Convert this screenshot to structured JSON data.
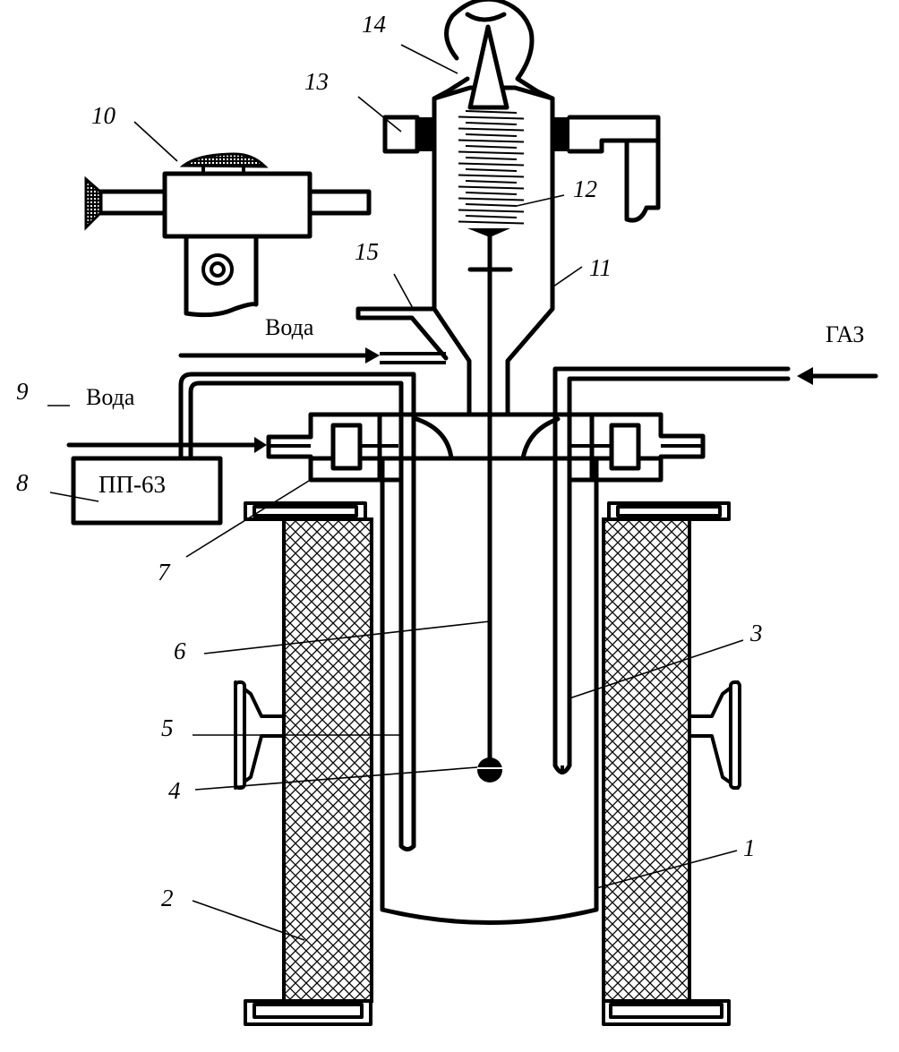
{
  "diagram": {
    "type": "apparatus schematic",
    "flow_labels": {
      "water_top": "Вода",
      "water_left": "Вода",
      "gas": "ГАЗ"
    },
    "device_label": "ПП-63",
    "callouts": [
      {
        "id": "1",
        "text": "1"
      },
      {
        "id": "2",
        "text": "2"
      },
      {
        "id": "3",
        "text": "3"
      },
      {
        "id": "4",
        "text": "4"
      },
      {
        "id": "5",
        "text": "5"
      },
      {
        "id": "6",
        "text": "6"
      },
      {
        "id": "7",
        "text": "7"
      },
      {
        "id": "8",
        "text": "8"
      },
      {
        "id": "9",
        "text": "9"
      },
      {
        "id": "10",
        "text": "10"
      },
      {
        "id": "11",
        "text": "11"
      },
      {
        "id": "12",
        "text": "12"
      },
      {
        "id": "13",
        "text": "13"
      },
      {
        "id": "14",
        "text": "14"
      },
      {
        "id": "15",
        "text": "15"
      }
    ],
    "colors": {
      "line": "#000000",
      "background": "#ffffff"
    }
  }
}
